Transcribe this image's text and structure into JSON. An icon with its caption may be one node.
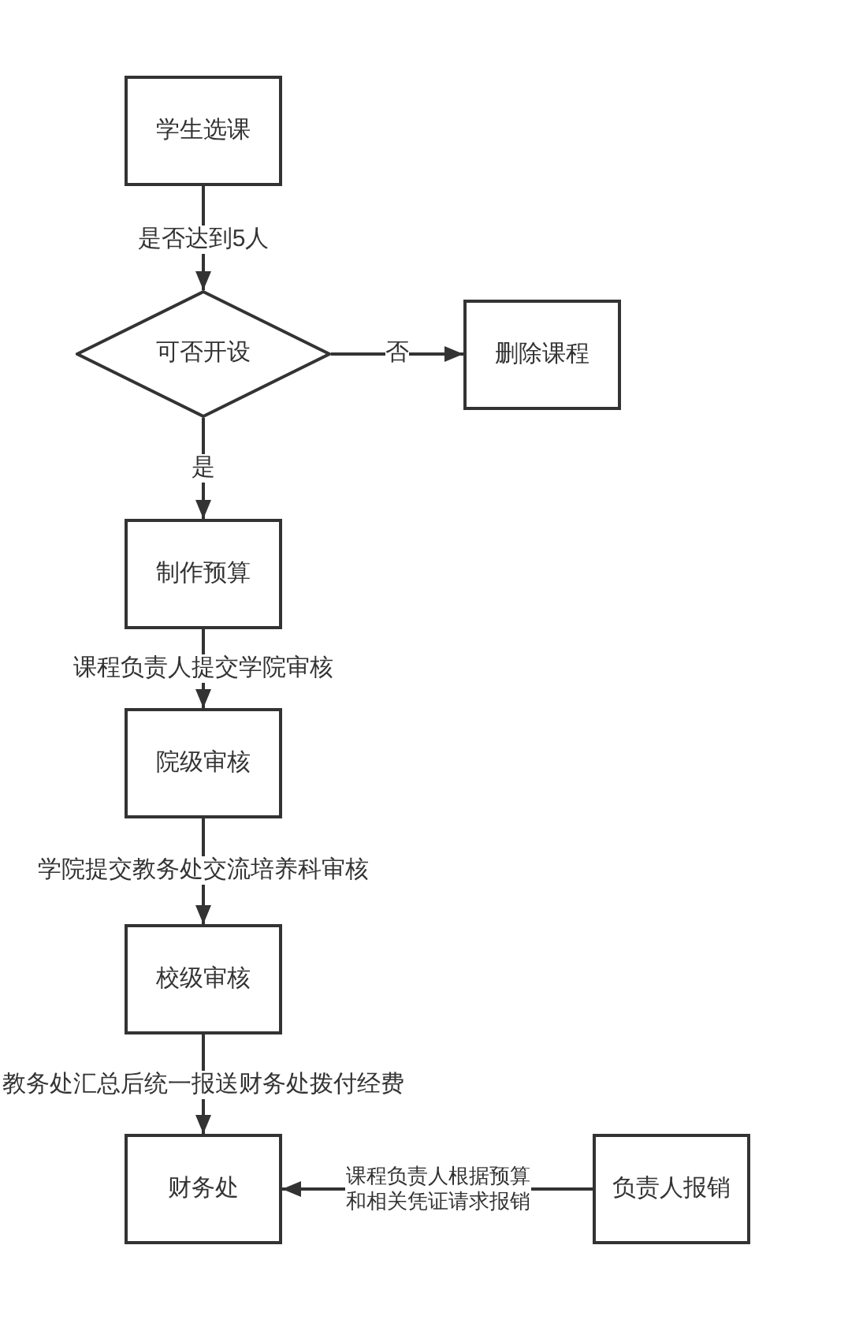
{
  "diagram": {
    "nodes": [
      {
        "text": [
          "学生选课"
        ]
      },
      {
        "text": [
          "可否开设"
        ]
      },
      {
        "text": [
          "删除课程"
        ]
      },
      {
        "text": [
          "制作预算"
        ]
      },
      {
        "text": [
          "院级审核"
        ]
      },
      {
        "text": [
          "校级审核"
        ]
      },
      {
        "text": [
          "财务处"
        ]
      },
      {
        "text": [
          "负责人报销"
        ]
      }
    ],
    "edges": [
      {
        "from": 0,
        "to": 1,
        "arrow": "to",
        "label": "是否达到5人"
      },
      {
        "from": 1,
        "to": 2,
        "arrow": "to",
        "label": "否"
      },
      {
        "from": 1,
        "to": 3,
        "arrow": "to",
        "label": "是"
      },
      {
        "from": 3,
        "to": 4,
        "arrow": "to",
        "label": "课程负责人提交学院审核"
      },
      {
        "from": 4,
        "to": 5,
        "arrow": "to",
        "label": "学院提交教务处交流培养科审核"
      },
      {
        "from": 5,
        "to": 6,
        "arrow": "to",
        "label": "教务处汇总后统一报送财务处拨付经费"
      },
      {
        "from": 7,
        "to": 6,
        "arrow": "to",
        "label": "课程负责人根据预算和相关凭证请求报销"
      }
    ]
  }
}
